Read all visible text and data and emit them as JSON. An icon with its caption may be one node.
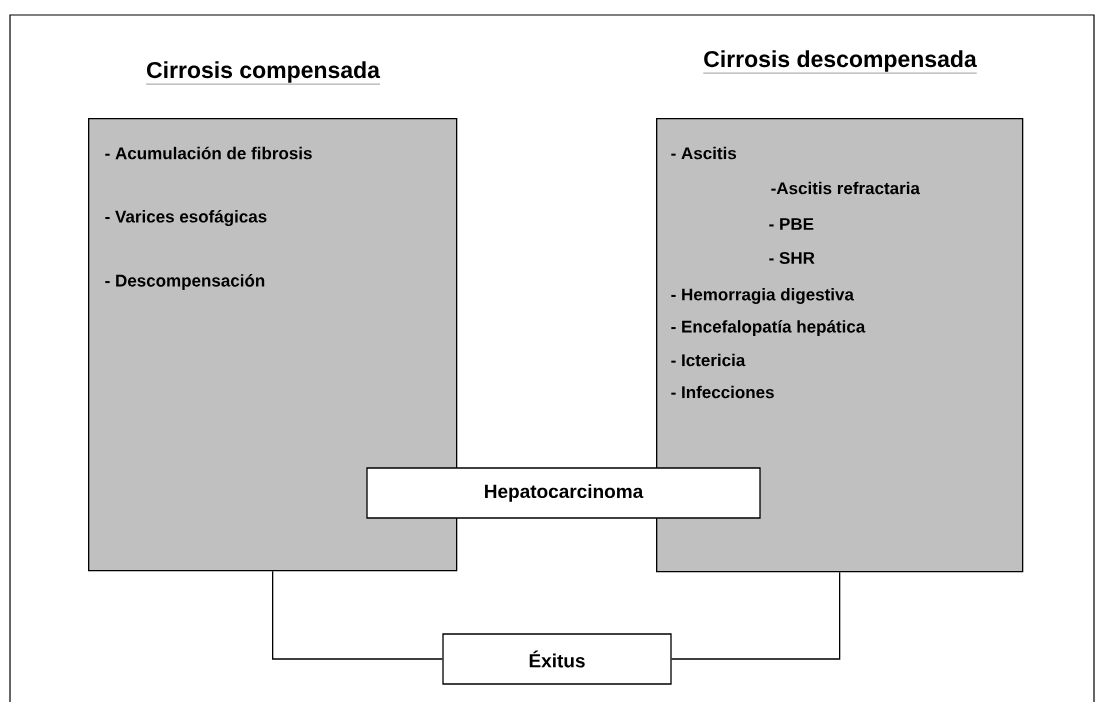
{
  "diagram": {
    "nodes": [
      {
        "text": [
          "Cirrosis compensada",
          "- Acumulación de fibrosis",
          "- Varices esofágicas",
          "- Descompensación"
        ]
      },
      {
        "text": [
          "Cirrosis descompensada",
          "- Ascitis",
          "-Ascitis refractaria",
          "- PBE",
          "- SHR",
          "- Hemorragia digestiva",
          "- Encefalopatía hepática",
          "- Ictericia",
          "- Infecciones"
        ]
      },
      {
        "text": [
          "Hepatocarcinoma"
        ]
      },
      {
        "text": [
          "Éxitus"
        ]
      }
    ],
    "edges": [
      {
        "from": 0,
        "to": 3,
        "arrow": "none"
      },
      {
        "from": 1,
        "to": 3,
        "arrow": "none"
      }
    ]
  }
}
